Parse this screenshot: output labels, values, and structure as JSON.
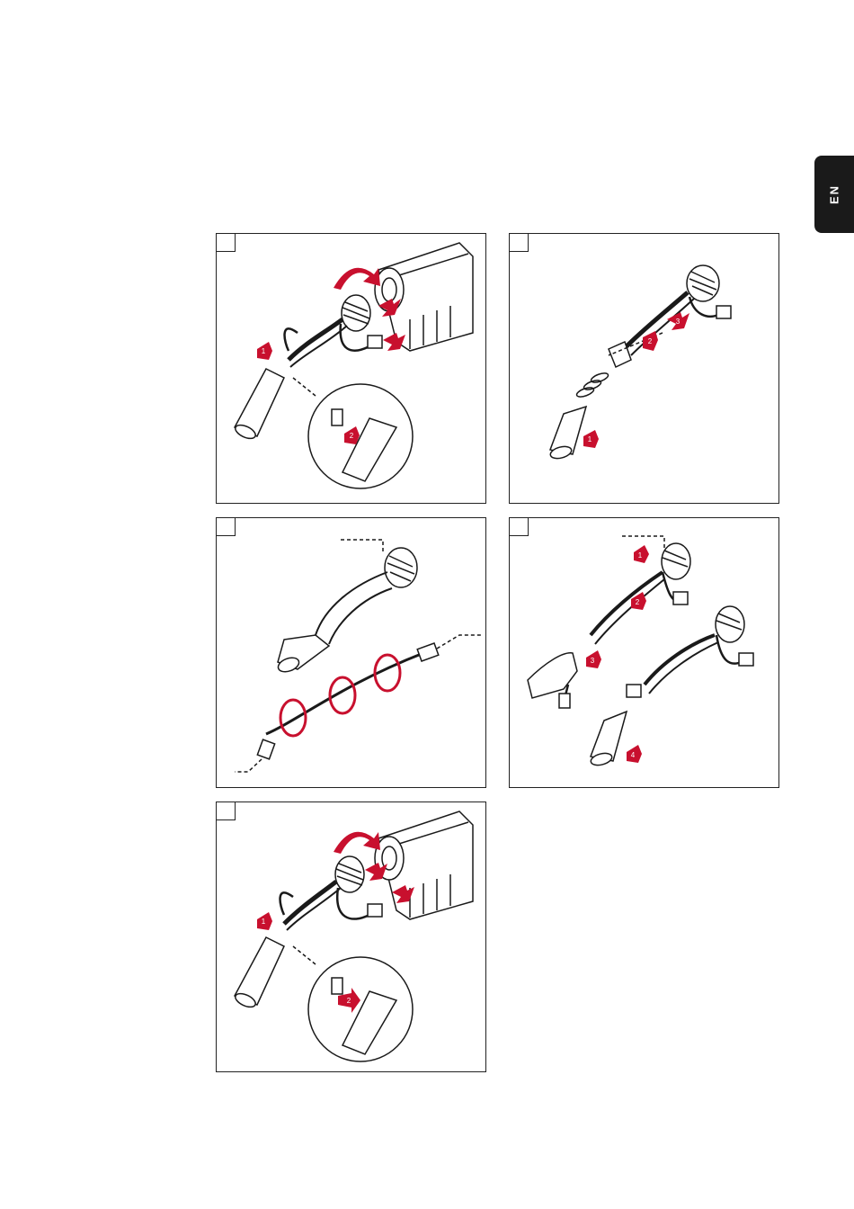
{
  "language_tab": {
    "label": "EN"
  },
  "colors": {
    "accent_red": "#c8102e",
    "line": "#1a1a1a",
    "tab_bg": "#1a1a1a"
  },
  "steps": [
    {
      "arrow_numbers": [
        "1",
        "2"
      ]
    },
    {
      "arrow_numbers": [
        "1",
        "2",
        "3"
      ]
    },
    {
      "arrow_numbers": []
    },
    {
      "arrow_numbers": [
        "1",
        "2",
        "3",
        "4"
      ]
    },
    {
      "arrow_numbers": [
        "1",
        "2"
      ]
    }
  ]
}
